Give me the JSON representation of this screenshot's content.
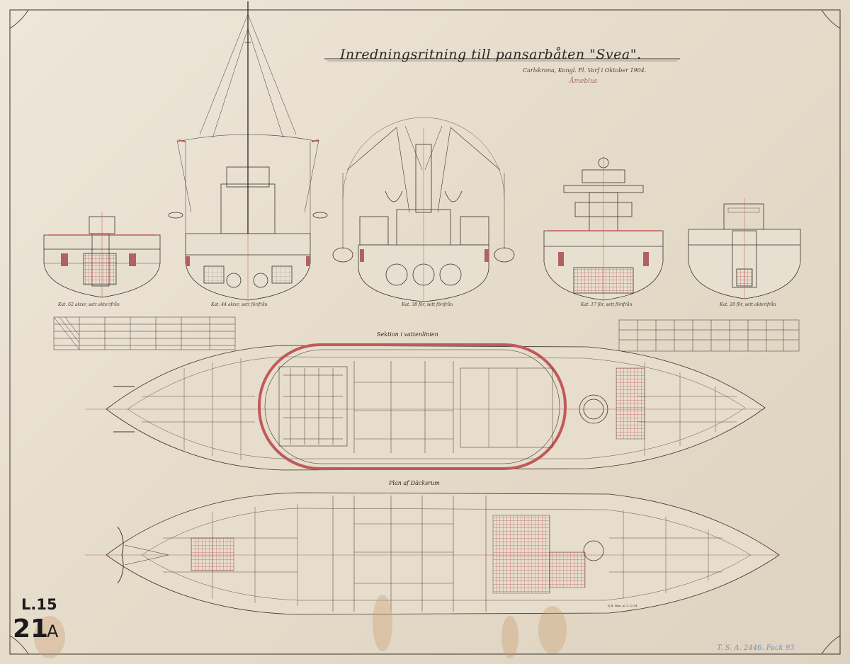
{
  "title": "Inredningsritning till pansarbåten \"Svea\".",
  "subtitle": "Carlskrona, Kongl. Fl. Varf i Oktober 1904.",
  "signature": "Åmeblus",
  "sections": [
    {
      "caption": "Kat. 62 akter, sett akterifrån"
    },
    {
      "caption": "Kat. 44 akter, sett förifrån"
    },
    {
      "caption": "Kat. 38 för, sett förifrån"
    },
    {
      "caption": "Kat. 17 för, sett förifrån"
    },
    {
      "caption": "Kat. 20 för, sett akterifrån"
    }
  ],
  "plans": {
    "upper_title": "Sektion i vattenlinien",
    "lower_title": "Plan af Däcksrum"
  },
  "sheet": {
    "code": "L.15",
    "number": "21",
    "suffix": "A"
  },
  "archive_stamp": "T. S. A. 2446. Fack 93",
  "note_small": "N.B. Ritn. af 1.12.04",
  "colors": {
    "ink": "#3a332e",
    "red": "#c05a5a",
    "paper": "#e9e1d2"
  }
}
